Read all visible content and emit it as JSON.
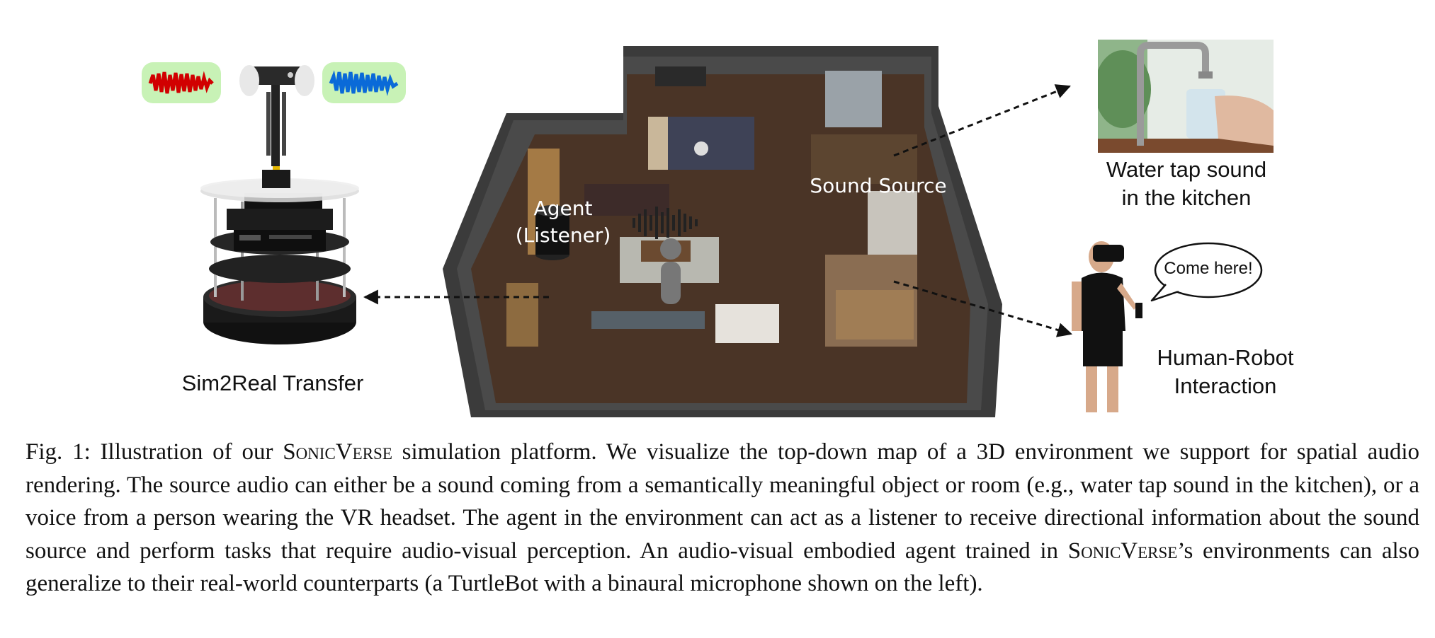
{
  "figure": {
    "labels": {
      "sim2real": "Sim2Real Transfer",
      "agent_line1": "Agent",
      "agent_line2": "(Listener)",
      "sound_source": "Sound Source",
      "water_tap_line1": "Water tap sound",
      "water_tap_line2": "in the kitchen",
      "hri_line1": "Human-Robot",
      "hri_line2": "Interaction",
      "speech_bubble": "Come here!"
    },
    "colors": {
      "left_wave": "#d10000",
      "right_wave": "#0a6ad8",
      "wave_glow": "#9be87a",
      "floor": "#4a3426",
      "walls": "#3d3d3d"
    }
  },
  "caption": {
    "fig_label": "Fig. 1:",
    "part1": " Illustration of our ",
    "name": "SonicVerse",
    "part2": " simulation platform. We visualize the top-down map of a 3D environment we support for spatial audio rendering. The source audio can either be a sound coming from a semantically meaningful object or room (e.g., water tap sound in the kitchen), or a voice from a person wearing the VR headset. The agent in the environment can act as a listener to receive directional information about the sound source and perform tasks that require audio-visual perception. An audio-visual embodied agent trained in ",
    "name2": "SonicVerse",
    "part3": "’s environments can also generalize to their real-world counterparts (a TurtleBot with a binaural microphone shown on the left)."
  }
}
